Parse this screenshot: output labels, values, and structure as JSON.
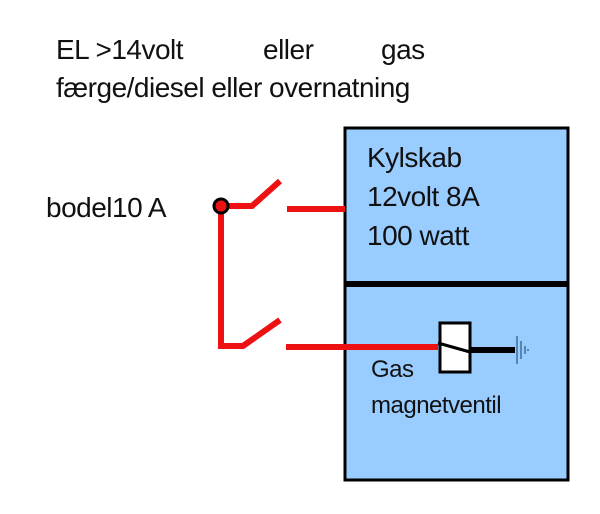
{
  "header": {
    "line1": {
      "part1": "EL >14volt",
      "part2": "eller",
      "part3": "gas"
    },
    "line2": "færge/diesel eller overnatning"
  },
  "source": {
    "label": "bodel10 A"
  },
  "fridge": {
    "title": "Kylskab",
    "voltage_current": "12volt 8A",
    "power": "100 watt"
  },
  "gas_valve": {
    "label_line1": "Gas",
    "label_line2": "magnetventil"
  },
  "colors": {
    "wire": "#ee1111",
    "box_fill": "#99ccff",
    "outline": "#000000"
  }
}
